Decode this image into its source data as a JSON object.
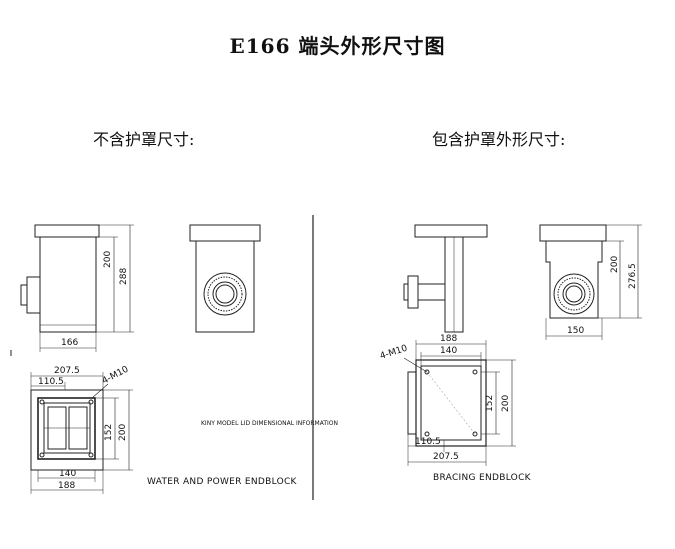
{
  "title": "E166 端头外形尺寸图",
  "left_heading": "不含护罩尺寸:",
  "right_heading": "包含护罩外形尺寸:",
  "center_note": "KINY MODEL LID DIMENSIONAL INFORMATION",
  "left_drawing": {
    "caption": "WATER AND POWER ENDBLOCK",
    "side_dims": {
      "height_inner": "200",
      "height_outer": "288",
      "width": "166"
    },
    "plan_dims": {
      "top_outer": "207.5",
      "top_inner": "110.5",
      "holes": "4-M10",
      "v_inner": "152",
      "v_outer": "200",
      "bottom_inner": "140",
      "bottom_outer": "188"
    }
  },
  "right_drawing": {
    "caption": "BRACING ENDBLOCK",
    "side_dims": {
      "height_inner": "200",
      "height_outer": "276.5",
      "width": "150"
    },
    "plan_dims": {
      "top_outer": "188",
      "top_inner": "140",
      "holes": "4-M10",
      "v_inner": "152",
      "v_outer": "200",
      "bottom_inner": "110.5",
      "bottom_outer": "207.5"
    }
  }
}
